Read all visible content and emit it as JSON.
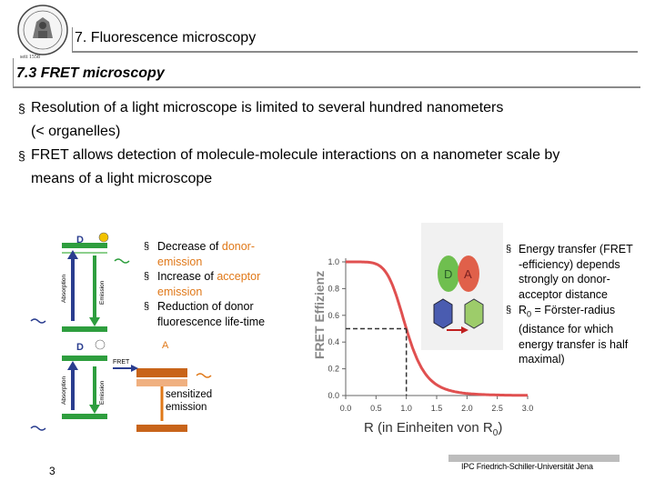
{
  "header": {
    "chapter_title": "7. Fluorescence microscopy",
    "section_title": "7.3 FRET microscopy",
    "logo_caption": "seit 1558"
  },
  "bullets": [
    {
      "line1": "Resolution of a light microscope is limited to several hundred nanometers",
      "line2": "(< organelles)"
    },
    {
      "line1": "FRET allows detection of molecule-molecule interactions on a nanometer scale by",
      "line2": "means of a light microscope"
    }
  ],
  "left_figure": {
    "label_d1": "D",
    "label_d2": "D",
    "label_a": "A",
    "absorption_label": "Absorption",
    "emission_label": "Emission",
    "fret_label": "FRET",
    "sensitized_line1": "sensitized",
    "sensitized_line2": "emission",
    "colors": {
      "green": "#2e9e3e",
      "orange": "#e07818",
      "blue": "#2a3d8f"
    }
  },
  "mini_list": [
    {
      "prefix": "Decrease of ",
      "highlight": "donor-",
      "rest": "",
      "cont": "emission",
      "cont_highlight": true
    },
    {
      "prefix": "Increase of ",
      "highlight": "acceptor",
      "rest": "",
      "cont": "emission",
      "cont_highlight": true
    },
    {
      "prefix": "Reduction of donor",
      "highlight": "",
      "rest": "",
      "cont": "fluorescence life-time",
      "cont_highlight": false
    }
  ],
  "chart_data": {
    "type": "line",
    "ylabel": "FRET Effizienz",
    "xlabel_prefix": "R (in Einheiten von R",
    "xlabel_sub": "0",
    "xlabel_suffix": ")",
    "x_ticks": [
      "0.0",
      "0.5",
      "1.0",
      "1.5",
      "2.0",
      "2.5",
      "3.0"
    ],
    "y_ticks": [
      "0.0",
      "0.2",
      "0.4",
      "0.6",
      "0.8",
      "1.0"
    ],
    "xlim": [
      0,
      3
    ],
    "ylim": [
      0,
      1
    ],
    "curve": "E = 1/(1+(R/R0)^6)",
    "x": [
      0,
      0.5,
      0.7,
      0.8,
      0.9,
      1.0,
      1.1,
      1.2,
      1.3,
      1.5,
      1.8,
      2.0,
      2.5,
      3.0
    ],
    "y": [
      1.0,
      0.985,
      0.895,
      0.792,
      0.653,
      0.5,
      0.361,
      0.251,
      0.172,
      0.081,
      0.029,
      0.015,
      0.004,
      0.001
    ],
    "marker": {
      "x": 1.0,
      "y": 0.5
    },
    "line_color": "#e05050",
    "marker_color": "#333333",
    "molecule_labels": {
      "donor": "D",
      "acceptor": "A"
    }
  },
  "chart_list": [
    {
      "text": "Energy transfer (FRET",
      "lines": [
        "-efficiency) depends",
        "strongly on donor-",
        "acceptor distance"
      ]
    },
    {
      "text_pre": "R",
      "sub": "0",
      "text_post": " = Förster-radius",
      "lines": [
        "(distance for which",
        "energy transfer is half",
        "maximal)"
      ]
    }
  ],
  "footer": {
    "page_number": "3",
    "institution": "IPC Friedrich-Schiller-Universität Jena"
  }
}
